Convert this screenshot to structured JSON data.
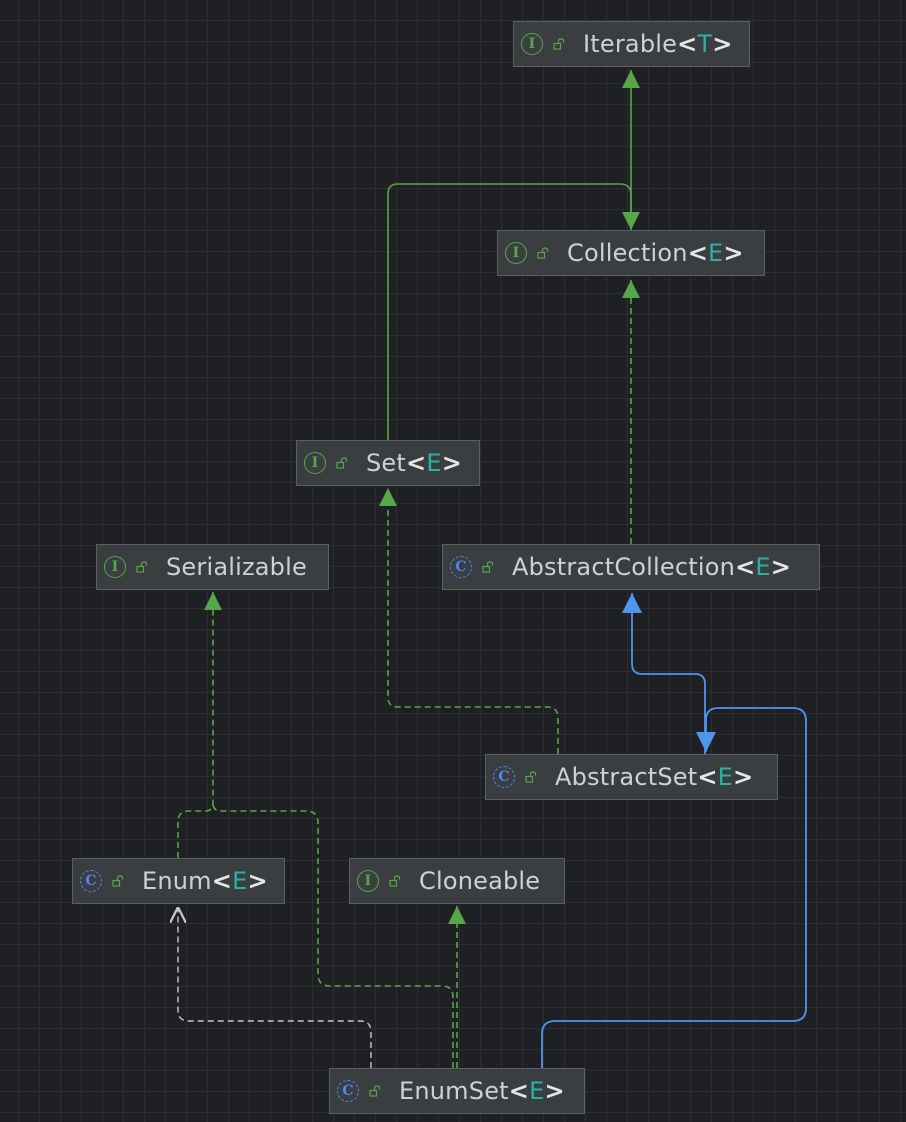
{
  "diagram": {
    "nodes": [
      {
        "id": "iterable",
        "kind": "interface",
        "kind_letter": "I",
        "name": "Iterable",
        "type_param": "T"
      },
      {
        "id": "collection",
        "kind": "interface",
        "kind_letter": "I",
        "name": "Collection",
        "type_param": "E"
      },
      {
        "id": "set",
        "kind": "interface",
        "kind_letter": "I",
        "name": "Set",
        "type_param": "E"
      },
      {
        "id": "serializable",
        "kind": "interface",
        "kind_letter": "I",
        "name": "Serializable",
        "type_param": ""
      },
      {
        "id": "abstract-collection",
        "kind": "class",
        "kind_letter": "C",
        "name": "AbstractCollection",
        "type_param": "E"
      },
      {
        "id": "abstract-set",
        "kind": "class",
        "kind_letter": "C",
        "name": "AbstractSet",
        "type_param": "E"
      },
      {
        "id": "enum",
        "kind": "class",
        "kind_letter": "C",
        "name": "Enum",
        "type_param": "E"
      },
      {
        "id": "cloneable",
        "kind": "interface",
        "kind_letter": "I",
        "name": "Cloneable",
        "type_param": ""
      },
      {
        "id": "enumset",
        "kind": "class",
        "kind_letter": "C",
        "name": "EnumSet",
        "type_param": "E"
      }
    ],
    "edges": [
      {
        "from": "collection",
        "to": "iterable",
        "relation": "extends"
      },
      {
        "from": "set",
        "to": "collection",
        "relation": "extends"
      },
      {
        "from": "abstract-collection",
        "to": "collection",
        "relation": "implements"
      },
      {
        "from": "abstract-set",
        "to": "set",
        "relation": "implements"
      },
      {
        "from": "abstract-set",
        "to": "abstract-collection",
        "relation": "extends"
      },
      {
        "from": "enum",
        "to": "serializable",
        "relation": "implements"
      },
      {
        "from": "enumset",
        "to": "serializable",
        "relation": "implements"
      },
      {
        "from": "enumset",
        "to": "cloneable",
        "relation": "implements"
      },
      {
        "from": "enumset",
        "to": "enum",
        "relation": "depends"
      },
      {
        "from": "enumset",
        "to": "abstract-set",
        "relation": "extends"
      }
    ],
    "colors": {
      "background": "#1f2023",
      "grid": "#2c2e32",
      "node_fill": "#3b3e41",
      "node_border": "#5d6063",
      "interface_extends": "#57a64a",
      "class_extends": "#4f95ef",
      "dependency": "#c8c8c8",
      "type_param": "#2ab1a6"
    }
  }
}
